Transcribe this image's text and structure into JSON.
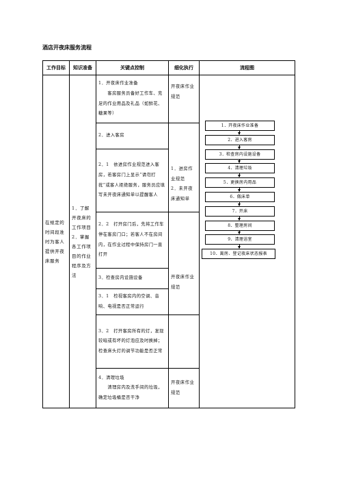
{
  "title": "酒店开夜床服务流程",
  "headers": [
    "工作目标",
    "知识准备",
    "关键点控制",
    "细化执行",
    "流程图"
  ],
  "goal": "在规定的时间段准时为客人提供开夜床服务",
  "knowledge": "1．了解开夜床的工作项目\n2．掌握各工作项目的作业程序及方法",
  "key_points": [
    "1．开夜床作业准备\n　　客房服务员备好工作车、充足的作业用品及礼品（如鲜花、糖果等）",
    "2．进入客房",
    "2．1　依进房作业规范进入客房，若客房门上显示“请勿打扰”或客人拒绝服务，服务员应填写未开夜床通知单以提醒客人",
    "2．2　打开房门后，先将工作车停在客房门口；若客人不在房间内，在作业过程中保持房门一直打开",
    "3．检查房内设施设备",
    "3．1　检视客房内的空调、音响、电视是否正常运行",
    "3．2　打开客房所有的灯，发现较暗或有坏的灯泡应及时换掉；检查床头灯的调节功能是否正常",
    "4．清理垃圾\n　　清理房内及洗手间的垃圾，确定垃圾桶是否干净"
  ],
  "execution": [
    "开夜床作业规范",
    "1．进房作业规范\n2．未开夜床通知单",
    "开夜床作业规范",
    "开夜床作业规范"
  ],
  "flow_steps": [
    "1．开夜床作业准备",
    "2．进入客房",
    "3．检查房内设施设备",
    "4．清理垃圾",
    "5．更换房内用品",
    "6．做床单",
    "7．开床",
    "8．整理房间",
    "9．清理浴室",
    "10．离房、登记夜床状态报表"
  ]
}
